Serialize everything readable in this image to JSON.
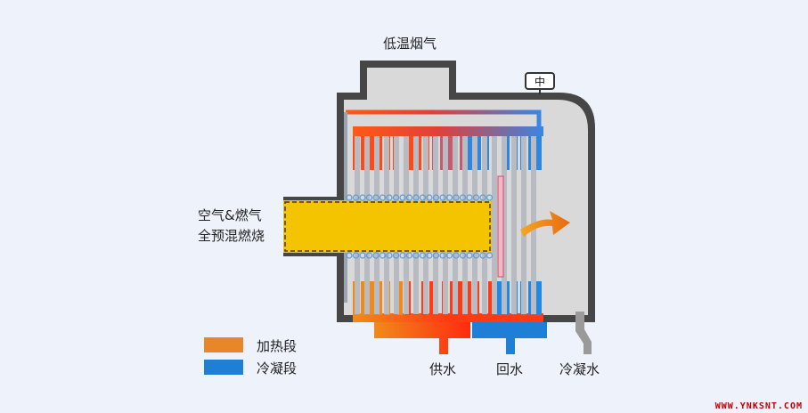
{
  "labels": {
    "flue_gas": "低温烟气",
    "air_gas_line1": "空气&燃气",
    "air_gas_line2": "全预混燃烧",
    "supply_water": "供水",
    "return_water": "回水",
    "condensate": "冷凝水",
    "fan_symbol": "中"
  },
  "legend": [
    {
      "label": "加热段",
      "color": "#e8862a"
    },
    {
      "label": "冷凝段",
      "color": "#1f7fd6"
    }
  ],
  "watermark": "WWW.YNKSNT.COM",
  "colors": {
    "hot": "#ff3a14",
    "warm": "#ef7d1e",
    "cool": "#2188e3",
    "burner": "#f5c400",
    "casing": "#464646",
    "inner": "#d9d9d9",
    "background": "#eef3fb"
  }
}
